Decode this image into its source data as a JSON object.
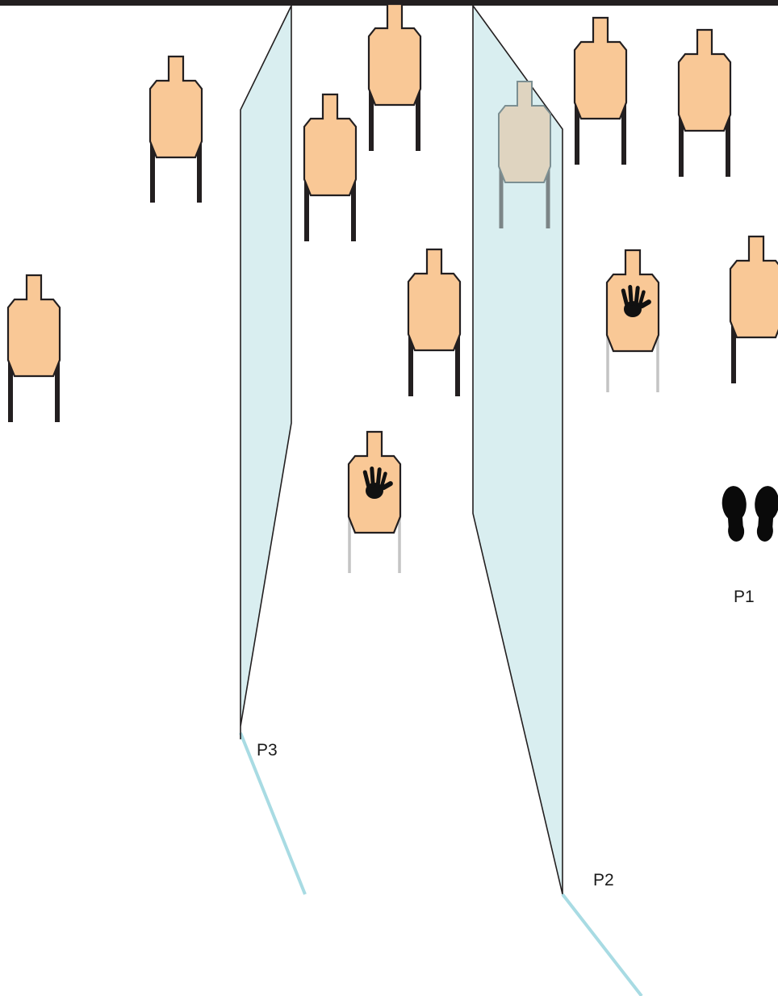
{
  "stage": {
    "title": "",
    "labels": {
      "p1": "P1",
      "p2": "P2",
      "p3": "P3"
    }
  },
  "targets": [
    {
      "id": "shoot-target-1",
      "kind": "shoot"
    },
    {
      "id": "shoot-target-2",
      "kind": "shoot"
    },
    {
      "id": "shoot-target-3",
      "kind": "shoot"
    },
    {
      "id": "shoot-target-4",
      "kind": "shoot"
    },
    {
      "id": "shoot-target-5",
      "kind": "shoot"
    },
    {
      "id": "shoot-target-6",
      "kind": "shoot"
    },
    {
      "id": "shoot-target-7",
      "kind": "shoot"
    },
    {
      "id": "shoot-target-8",
      "kind": "shoot"
    },
    {
      "id": "shoot-target-9",
      "kind": "shoot",
      "state": "obscured"
    },
    {
      "id": "no-shoot-target-1",
      "kind": "no-shoot"
    },
    {
      "id": "no-shoot-target-2",
      "kind": "no-shoot"
    }
  ],
  "colors": {
    "target_fill": "#f9c896",
    "target_fill_obscured": "#dfd4c0",
    "wall_fill": "#d9eef0",
    "fault_line": "#a8dbe3",
    "stand_shoot": "#231f20",
    "stand_no_shoot": "#c4c4c4",
    "frame": "#231f20"
  },
  "icons": {
    "no_shoot": "hand-icon",
    "start_position": "footprints-icon"
  }
}
